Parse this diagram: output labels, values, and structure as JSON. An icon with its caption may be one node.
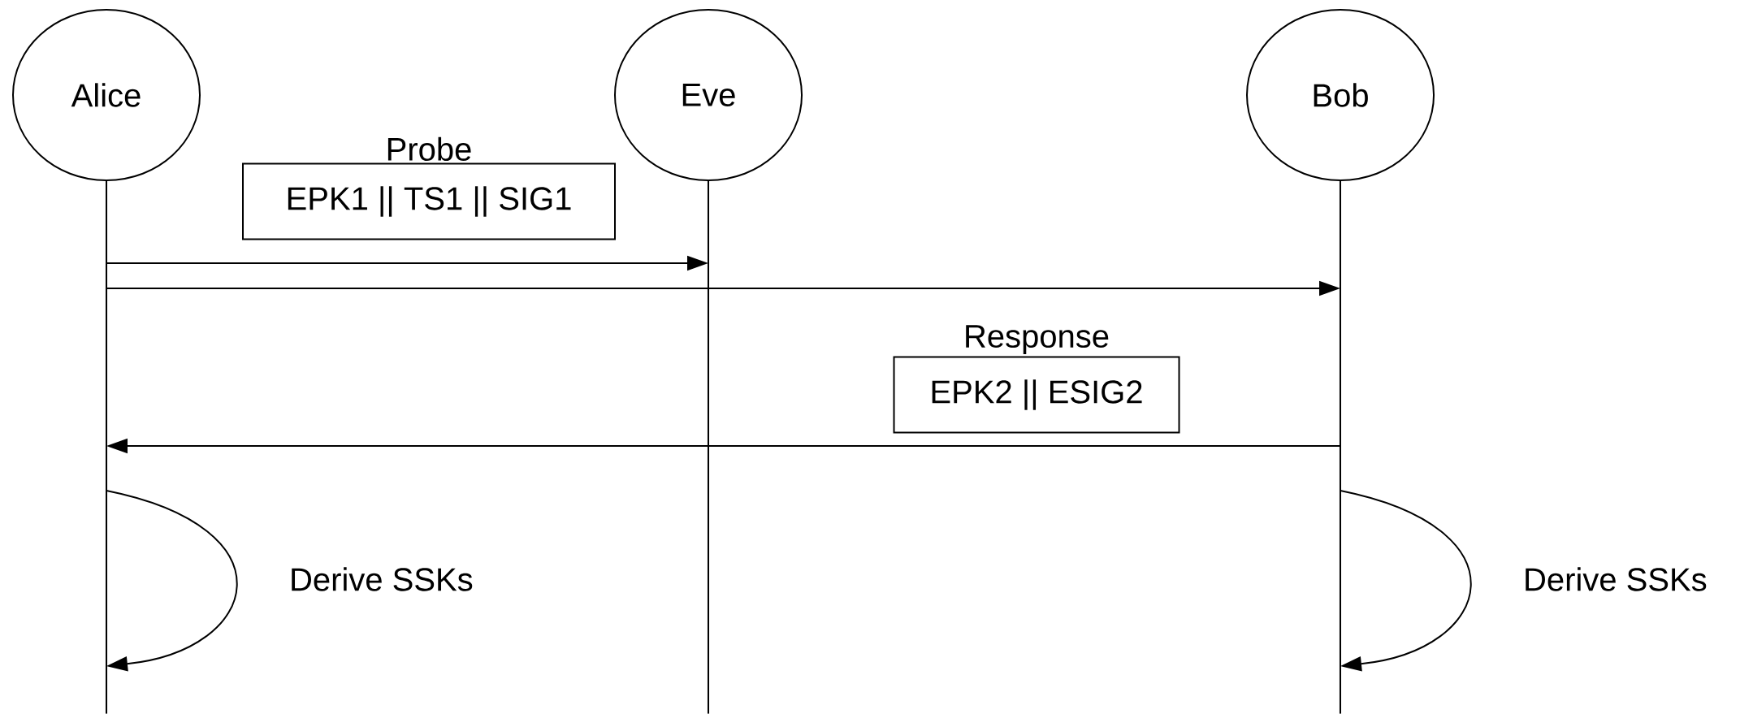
{
  "diagram": {
    "nodes": [
      {
        "text": [
          "Alice"
        ]
      },
      {
        "text": [
          "Eve"
        ]
      },
      {
        "text": [
          "Bob"
        ]
      },
      {
        "text": [
          "Probe",
          "EPK1 || TS1 || SIG1"
        ]
      },
      {
        "text": [
          "Response",
          "EPK2 || ESIG2"
        ]
      },
      {
        "text": [],
        "shape": "bar"
      },
      {
        "text": [],
        "shape": "bar"
      },
      {
        "text": [],
        "shape": "bar"
      }
    ],
    "edges": [
      {
        "from": 5,
        "to": 6,
        "arrow": "to"
      },
      {
        "from": 5,
        "to": 7,
        "arrow": "to"
      },
      {
        "from": 7,
        "to": 5,
        "arrow": "to"
      },
      {
        "from": 5,
        "to": 5,
        "arrow": "to",
        "label": "Derive SSKs"
      },
      {
        "from": 7,
        "to": 7,
        "arrow": "to",
        "label": "Derive SSKs"
      }
    ]
  }
}
